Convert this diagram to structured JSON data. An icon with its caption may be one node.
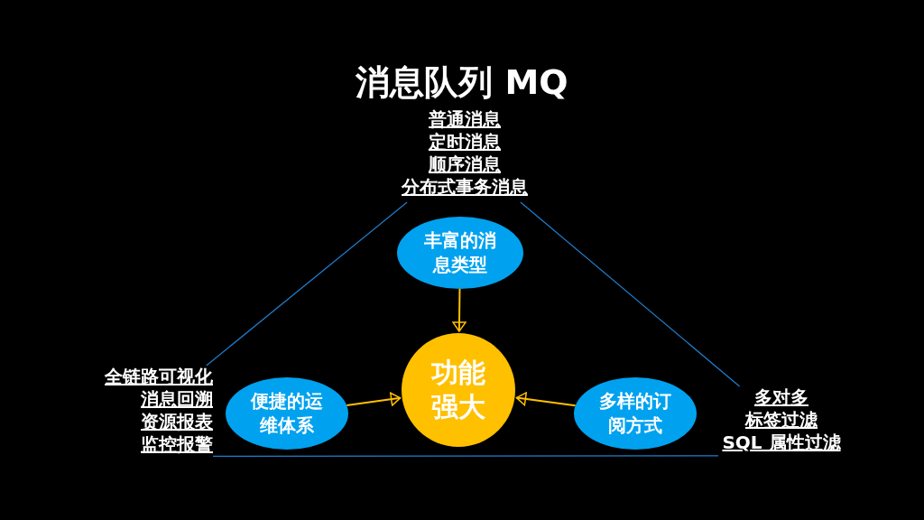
{
  "diagram": {
    "title": "消息队列 MQ",
    "nodes": [
      {
        "text": [
          "普通消息",
          "定时消息",
          "顺序消息",
          "分布式事务消息"
        ]
      },
      {
        "text": [
          "丰富的消息类型"
        ]
      },
      {
        "text": [
          "全链路可视化",
          "消息回溯",
          "资源报表",
          "监控报警"
        ]
      },
      {
        "text": [
          "便捷的运维体系"
        ]
      },
      {
        "text": [
          "功能强大"
        ]
      },
      {
        "text": [
          "多样的订阅方式"
        ]
      },
      {
        "text": [
          "多对多",
          "标签过滤",
          "SQL 属性过滤"
        ]
      }
    ],
    "edges": [
      {
        "from": 0,
        "to": 2,
        "arrow": "none",
        "color": "#1f7fd0"
      },
      {
        "from": 0,
        "to": 6,
        "arrow": "none",
        "color": "#1f7fd0"
      },
      {
        "from": 2,
        "to": 6,
        "arrow": "none",
        "color": "#1f7fd0"
      },
      {
        "from": 1,
        "to": 4,
        "arrow": "to",
        "color": "#ffc000"
      },
      {
        "from": 3,
        "to": 4,
        "arrow": "to",
        "color": "#ffc000"
      },
      {
        "from": 5,
        "to": 4,
        "arrow": "to",
        "color": "#ffc000"
      }
    ]
  }
}
